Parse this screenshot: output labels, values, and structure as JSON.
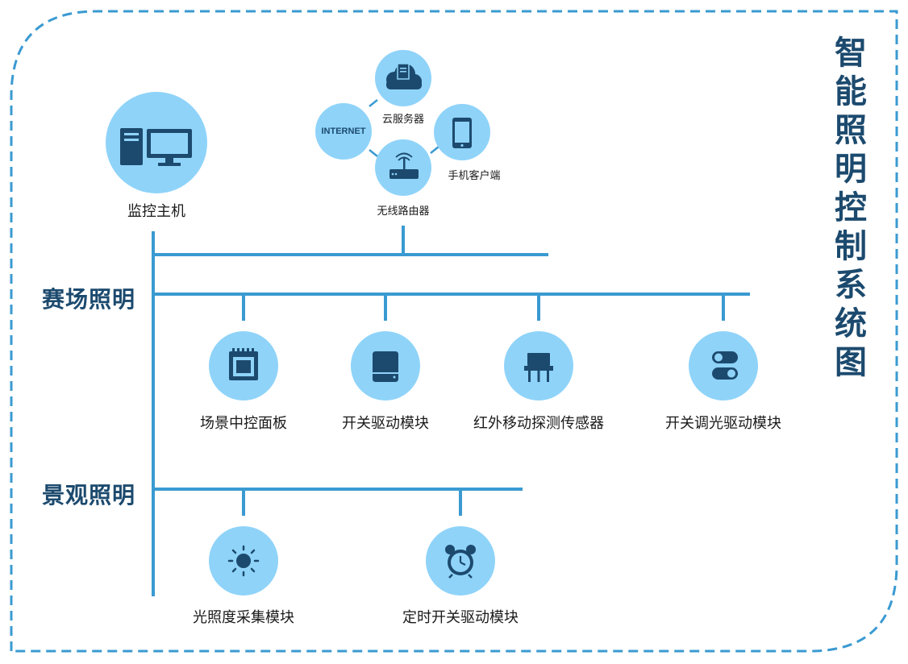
{
  "title": "智能照明控制系统图",
  "network": {
    "host_label": "监控主机",
    "internet_label": "INTERNET",
    "cloud_label": "云服务器",
    "phone_label": "手机客户端",
    "router_label": "无线路由器"
  },
  "sections": [
    {
      "name": "赛场照明",
      "devices": [
        {
          "label": "场景中控面板",
          "icon": "control-panel-icon"
        },
        {
          "label": "开关驱动模块",
          "icon": "switch-module-icon"
        },
        {
          "label": "红外移动探测传感器",
          "icon": "sensor-chip-icon"
        },
        {
          "label": "开关调光驱动模块",
          "icon": "toggle-switch-icon"
        }
      ]
    },
    {
      "name": "景观照明",
      "devices": [
        {
          "label": "光照度采集模块",
          "icon": "sun-icon"
        },
        {
          "label": "定时开关驱动模块",
          "icon": "alarm-clock-icon"
        }
      ]
    }
  ],
  "colors": {
    "circle": "#8fd3f9",
    "icon": "#1c4a6e",
    "line": "#3a9ad1",
    "border": "#3a9ad1",
    "heading": "#1c4a6e"
  }
}
